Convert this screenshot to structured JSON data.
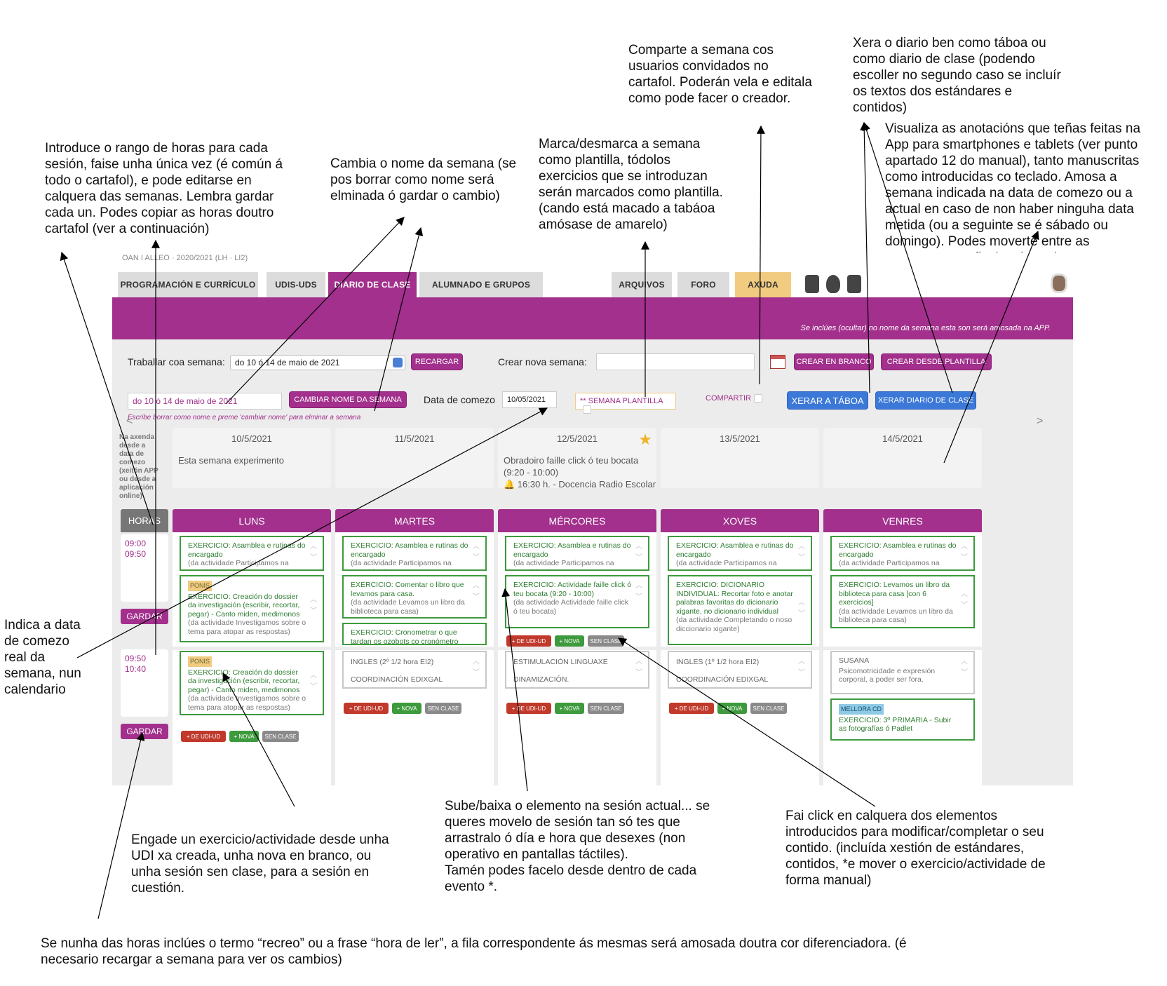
{
  "annotations": {
    "compartir_note": "Comparte a semana cos\nusuarios convidados no\ncartafol. Poderán vela e editala\ncomo pode facer o creador.",
    "xera_note": "Xera o diario  ben como táboa ou\ncomo diario de clase (podendo\nescoller no segundo caso se incluír\nos textos dos estándares e\ncontidos)",
    "visualiza_note": "Visualiza as anotacións que teñas feitas na\nApp para smartphones e tablets (ver punto\napartado 12 do manual), tanto manuscritas\ncomo introducidas co teclado. Amosa a\nsemana indicada na data de comezo ou a\nactual en caso de non haber ninguha data\nmetida (ou a seguinte se é sábado ou\ndomingo). Podes moverte entre as\nsemanas coas flechas laterais.",
    "horas_note": "Introduce o rango de horas para cada\nsesión, faise unha única vez (é común á\ntodo o cartafol), e pode editarse en\ncalquera das semanas. Lembra gardar\ncada un. Podes copiar as horas doutro\ncartafol  (ver a continuación)",
    "cambia_note": "Cambia o nome da semana (se\npos borrar como nome será\nelminada ó gardar o cambio)",
    "marca_note": "Marca/desmarca a semana\ncomo plantilla, tódolos\nexercicios que se introduzan\nserán marcados como plantilla.\n(cando está macado a tabáoa\namósase de amarelo)",
    "indica_note": "Indica a data\nde comezo\nreal da\nsemana, nun\ncalendario",
    "engade_note": "Engade un exercicio/actividade desde unha\nUDI xa creada, unha nova en branco, ou\nunha sesión sen clase, para a sesión en\ncuestión.",
    "sube_note": "Sube/baixa o elemento na sesión actual... se\nqueres movelo de sesión tan só tes que\narrastralo ó día e hora que desexes (non\noperativo en pantallas táctiles).\nTamén podes facelo desde dentro de cada\nevento *.",
    "fai_note": "Fai click en calquera dos elementos\nintroducidos para modificar/completar o seu\ncontido. (incluída xestión de estándares,\ncontidos, *e mover o exercicio/actividade de\nforma manual)",
    "recreo_note": "Se nunha das horas inclúes o termo “recreo” ou a frase “hora de ler”, a fila correspondente ás mesmas será amosada doutra cor diferenciadora. (é\nnecesario recargar a semana para ver os cambios)"
  },
  "app": {
    "top_strip": "OAN I ALLEO · 2020/2021 (LH · LI2)",
    "tabs": {
      "programacion": "PROGRAMACIÓN E CURRÍCULO",
      "udis": "UDIS-UDS",
      "diario": "DIARIO DE CLASE",
      "alumnado": "ALUMNADO E GRUPOS",
      "arquivos": "ARQUIVOS",
      "foro": "FORO",
      "axuda": "AXUDA"
    },
    "band_note": "Se inclúes (ocultar) no nome da semana esta son será amosada na APP.",
    "week": {
      "label": "Traballar coa semana:",
      "selected": "do 10 ó 14 de maio de 2021",
      "reload": "RECARGAR",
      "new_label": "Crear nova semana:",
      "new_value": "",
      "create_blank": "CREAR EN BRANCO",
      "create_template": "CREAR DESDE PLANTILLA",
      "name_value": "do 10 ó 14 de maio de 2021",
      "rename": "CAMBIAR NOME DA SEMANA",
      "start_label": "Data de comezo",
      "start_value": "10/05/2021",
      "template_label": "** SEMANA PLANTILLA",
      "share_label": "COMPARTIR",
      "generate_table": "XERAR A TÁBOA",
      "generate_diary": "XERAR DIARIO DE CLASE",
      "hint": "Escribe borrar como nome e preme 'cambiar nome' para elminar a semana"
    },
    "nav": {
      "prev": "<",
      "next": ">"
    },
    "agenda_side": "Na axenda desde a data de comezo (xeitón APP ou desde a aplicación online)",
    "agenda_days": [
      {
        "date": "10/5/2021",
        "text": "Esta semana experimento"
      },
      {
        "date": "11/5/2021",
        "text": ""
      },
      {
        "date": "12/5/2021",
        "text": "Obradoiro faille click ó teu bocata\n(9:20 - 10:00)\n🔔 16:30 h. - Docencia Radio Escolar"
      },
      {
        "date": "13/5/2021",
        "text": ""
      },
      {
        "date": "14/5/2021",
        "text": ""
      }
    ],
    "horas_label": "HORAS",
    "days": [
      "LUNS",
      "MARTES",
      "MÉRCORES",
      "XOVES",
      "VENRES"
    ],
    "slots": [
      {
        "start": "09:00",
        "end": "09:50"
      },
      {
        "start": "09:50",
        "end": "10:40"
      }
    ],
    "gardar": "GARDAR",
    "buttons": {
      "from_udi": "+ DE UDI-UD",
      "new": "+ NOVA",
      "no_class": "SEN CLASE"
    },
    "events": {
      "asamblea": "EXERCICIO: Asamblea e rutinas do encargado",
      "asamblea_sub": "(da actividade Participamos na asamblea.)",
      "ponis_tag": "PONIS",
      "dossier": "EXERCICIO: Creación do dossier da investigación (escribir, recortar, pegar) - Canto miden, medimonos",
      "dossier_sub": "(da actividade Investigamos sobre o tema para atopar as respostas)",
      "libro": "EXERCICIO: Comentar o libro que levamos para casa.",
      "libro_sub": "(da actividade Levamos un libro da biblioteca para casa)",
      "cronometrar": "EXERCICIO: Cronometrar o que tardan os ozobots co cronómetro",
      "bocata": "EXERCICIO: Actividade faille click ó teu bocata (9:20 - 10:00)",
      "bocata_sub": "(da actividade Actividade faille click ó teu bocata)",
      "dicionario": "EXERCICIO: DICIONARIO INDIVIDUAL: Recortar foto e anotar palabras favoritas do dicionario xigante, no dicionario individual",
      "dicionario_sub": "(da actividade Completando o noso diccionario xigante)",
      "levamos": "EXERCICIO: Levamos un libro da biblioteca para casa [con 6 exercicios]",
      "levamos_sub": "(da actividade Levamos un libro da biblioteca para casa)",
      "ingles2": "INGLES (2º 1/2  hora EI2)",
      "coord": "COORDINACIÓN EDIXGAL",
      "estim": "ESTIMULACIÓN LINGUAXE",
      "dinam": "DINAMIZACIÓN.",
      "ingles1": "INGLES (1º 1/2  hora EI2)",
      "coord2": "COORDINACIÓN  EDIXGAL",
      "susana": "SUSANA",
      "susana_sub": "Psicomotricidade e expresión corporal, a poder ser fora.",
      "mellora_tag": "MELLORA CD",
      "fotos": "EXERCICIO: 3º PRIMARIA - Subir as fotografías ó Padlet"
    }
  }
}
